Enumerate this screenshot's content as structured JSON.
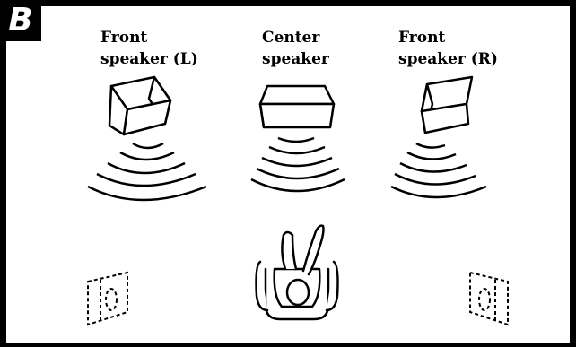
{
  "panel": {
    "letter": "B"
  },
  "speakers": {
    "front_left": {
      "line1": "Front",
      "line2": "speaker (L)"
    },
    "center": {
      "line1": "Center",
      "line2": "speaker"
    },
    "front_right": {
      "line1": "Front",
      "line2": "speaker (R)"
    }
  },
  "colors": {
    "ink": "#000000",
    "background": "#ffffff"
  },
  "icons": [
    "speaker-box-icon",
    "sound-wave-icon",
    "listener-icon",
    "surround-speaker-dashed-icon"
  ]
}
